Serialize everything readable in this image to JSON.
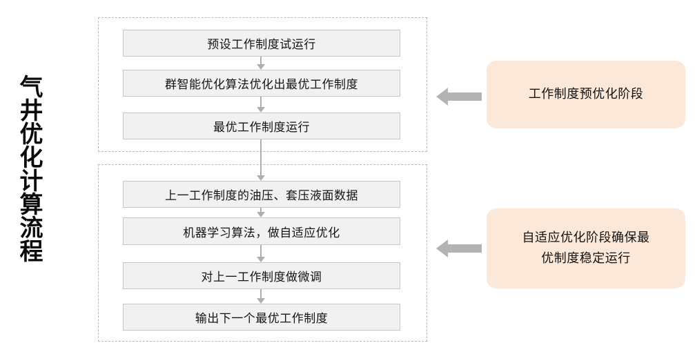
{
  "title": {
    "text": "气井优化计算流程"
  },
  "groups": [
    {
      "id": "pre-optimization",
      "steps": [
        {
          "label": "预设工作制度试运行"
        },
        {
          "label": "群智能优化算法优化出最优工作制度"
        },
        {
          "label": "最优工作制度运行"
        }
      ],
      "callout": {
        "line1": "工作制度预优化阶段",
        "line2": ""
      }
    },
    {
      "id": "adaptive-optimization",
      "steps": [
        {
          "label": "上一工作制度的油压、套压液面数据"
        },
        {
          "label": "机器学习算法，做自适应优化"
        },
        {
          "label": "对上一工作制度做微调"
        },
        {
          "label": "输出下一个最优工作制度"
        }
      ],
      "callout": {
        "line1": "自适应优化阶段确保最",
        "line2": "优制度稳定运行"
      }
    }
  ],
  "colors": {
    "box_fill": "#f1f1f1",
    "box_border": "#c6c6c6",
    "group_border": "#b9b9b9",
    "callout_fill": "#fce8d8",
    "arrow_gray": "#b3b3b3",
    "connector_gray": "#aeaeae",
    "text": "#141414"
  },
  "icons": {
    "down_connector": "arrow-down-icon",
    "left_pointer": "arrow-left-icon"
  }
}
